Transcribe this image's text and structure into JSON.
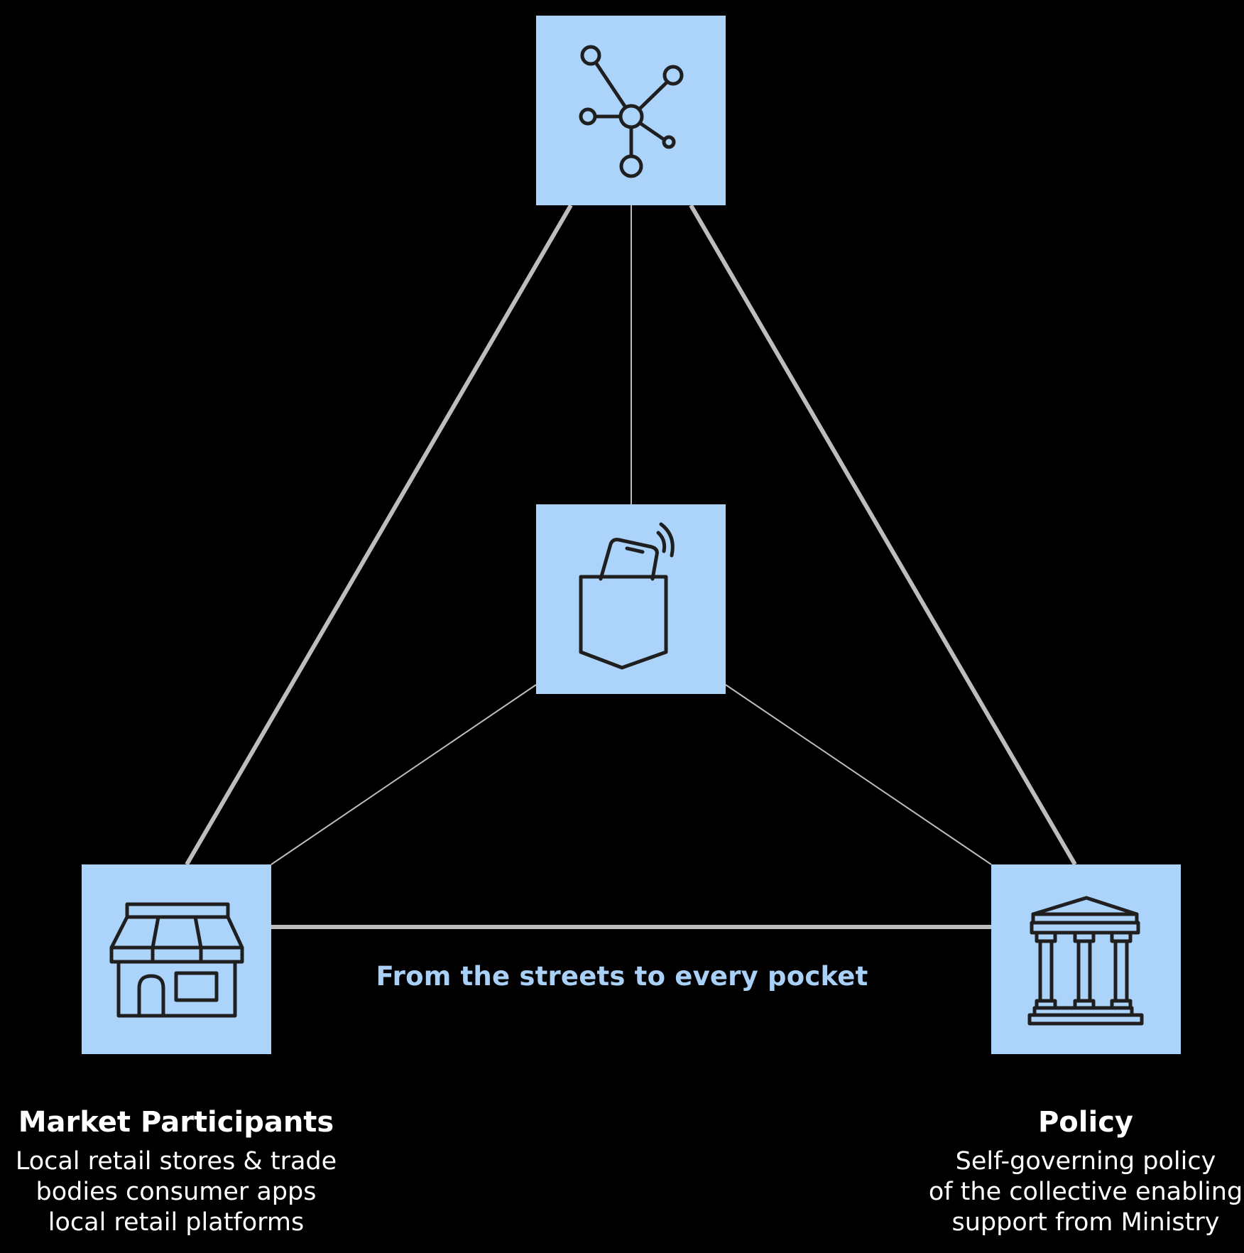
{
  "caption": "From the streets to every pocket",
  "nodes": {
    "top": {
      "icon": "network-hub-icon"
    },
    "center": {
      "icon": "phone-in-pocket-icon"
    },
    "left": {
      "icon": "storefront-icon"
    },
    "right": {
      "icon": "government-building-icon"
    }
  },
  "left_label": {
    "title": "Market Participants",
    "description": "Local retail stores & trade\nbodies consumer apps\nlocal retail platforms"
  },
  "right_label": {
    "title": "Policy",
    "description": "Self-governing policy\nof the collective enabling\nsupport from Ministry"
  },
  "colors": {
    "background": "#000000",
    "node_fill": "#acd4fa",
    "icon_stroke": "#1f1f1f",
    "connector": "#bdbdbd",
    "caption": "#a9d0f7",
    "label_text": "#ffffff"
  }
}
